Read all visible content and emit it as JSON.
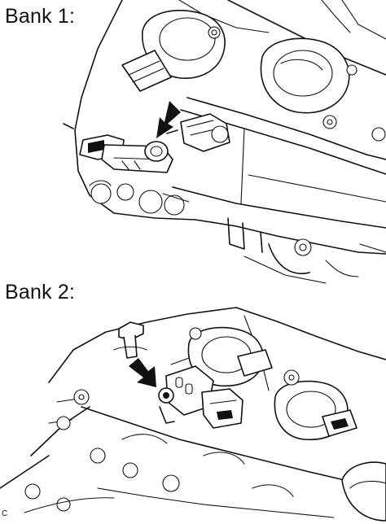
{
  "labels": {
    "bank1": "Bank 1:",
    "bank2": "Bank 2:",
    "figure_code": "C"
  },
  "colors": {
    "line": "#111111",
    "background": "#ffffff"
  }
}
